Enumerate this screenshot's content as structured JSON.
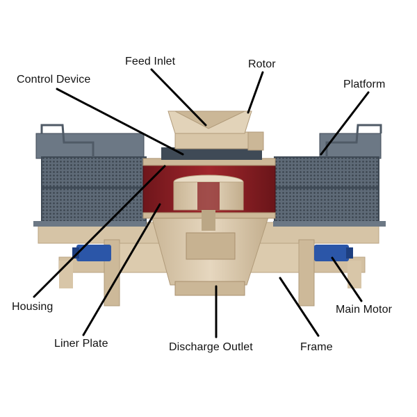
{
  "diagram": {
    "labels": {
      "feed_inlet": "Feed Inlet",
      "rotor": "Rotor",
      "control_device": "Control Device",
      "platform": "Platform",
      "housing": "Housing",
      "liner_plate": "Liner Plate",
      "discharge_outlet": "Discharge Outlet",
      "frame": "Frame",
      "main_motor": "Main Motor"
    },
    "colors": {
      "cream": "#d9c7ab",
      "cream_dark": "#b9a383",
      "cream_light": "#e9dcc6",
      "steel": "#6c7885",
      "steel_dark": "#3f4a56",
      "liner_red": "#8a1f24",
      "motor_blue": "#2b56a8",
      "leader": "#000000"
    }
  }
}
